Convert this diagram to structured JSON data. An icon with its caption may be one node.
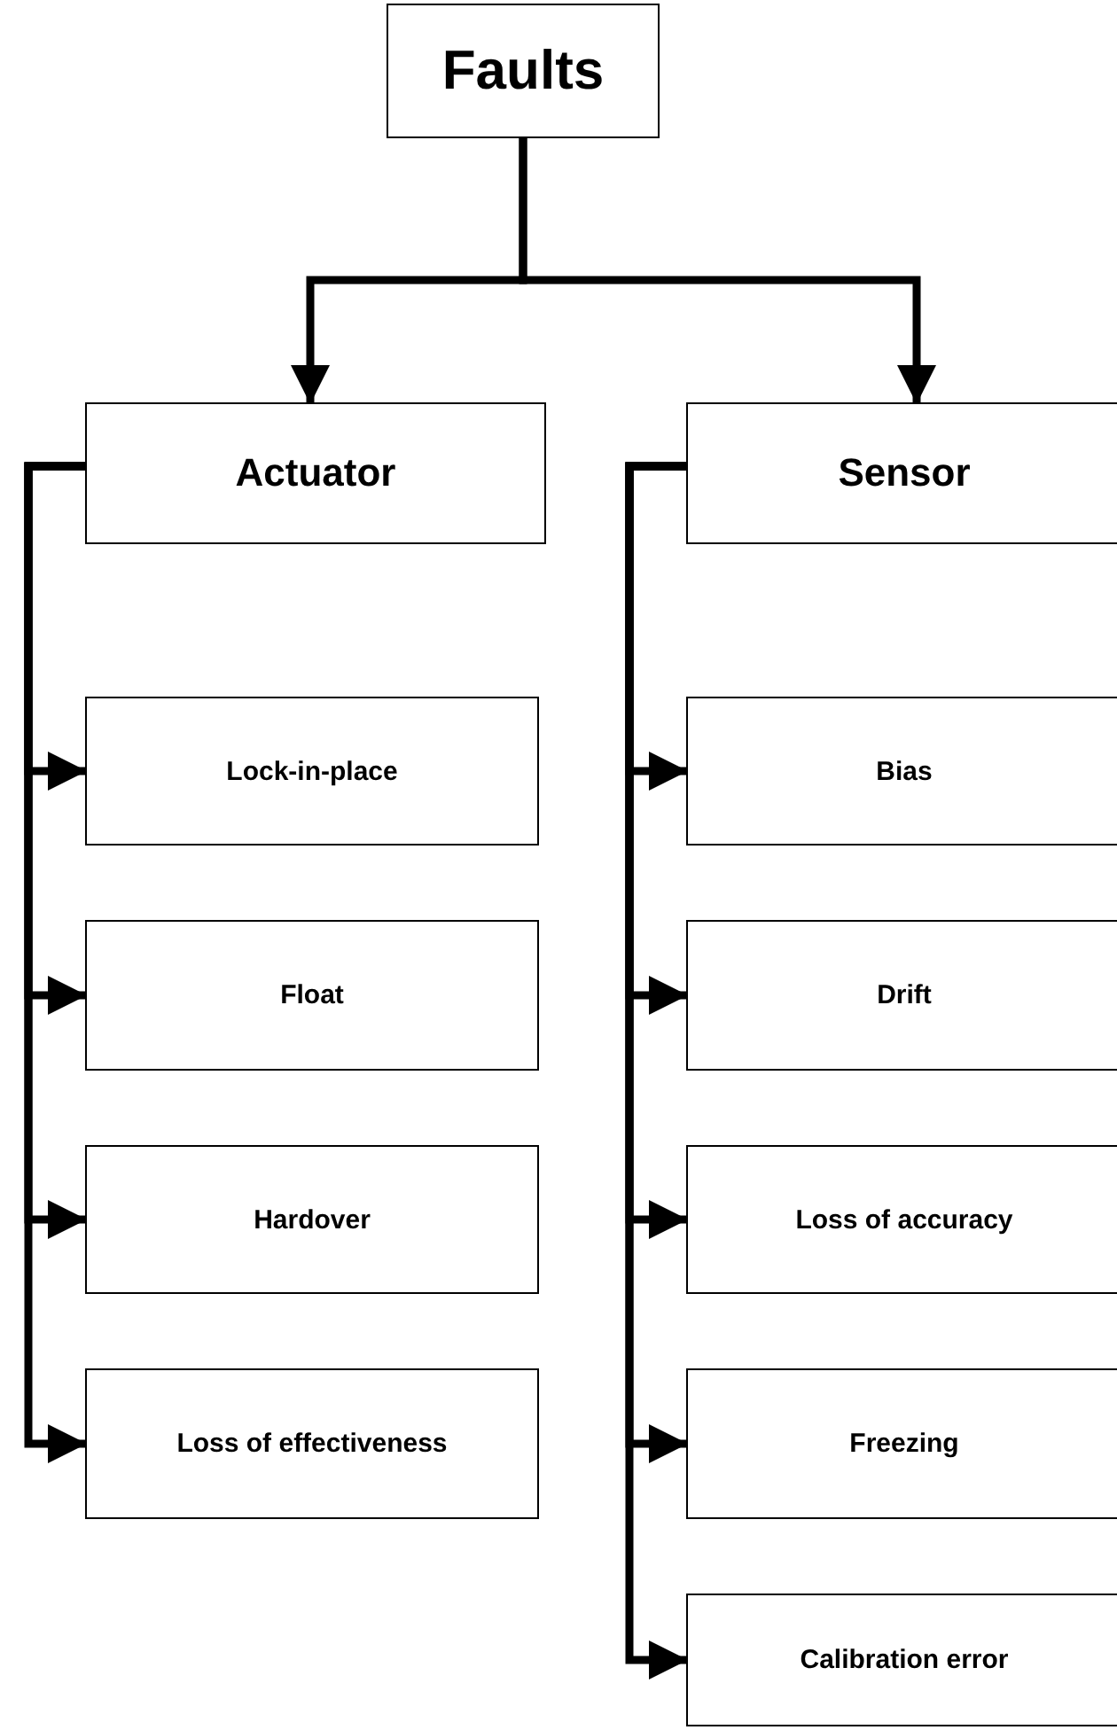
{
  "diagram": {
    "nodes": [
      {
        "text": [
          "Faults"
        ]
      },
      {
        "text": [
          "Actuator"
        ]
      },
      {
        "text": [
          "Sensor"
        ]
      },
      {
        "text": [
          "Lock-in-place"
        ]
      },
      {
        "text": [
          "Float"
        ]
      },
      {
        "text": [
          "Hardover"
        ]
      },
      {
        "text": [
          "Loss of effectiveness"
        ]
      },
      {
        "text": [
          "Bias"
        ]
      },
      {
        "text": [
          "Drift"
        ]
      },
      {
        "text": [
          "Loss of accuracy"
        ]
      },
      {
        "text": [
          "Freezing"
        ]
      },
      {
        "text": [
          "Calibration error"
        ]
      }
    ],
    "edges": [
      {
        "from": 0,
        "to": 1,
        "arrow": "to"
      },
      {
        "from": 0,
        "to": 2,
        "arrow": "to"
      },
      {
        "from": 1,
        "to": 3,
        "arrow": "to"
      },
      {
        "from": 1,
        "to": 4,
        "arrow": "to"
      },
      {
        "from": 1,
        "to": 5,
        "arrow": "to"
      },
      {
        "from": 1,
        "to": 6,
        "arrow": "to"
      },
      {
        "from": 2,
        "to": 7,
        "arrow": "to"
      },
      {
        "from": 2,
        "to": 8,
        "arrow": "to"
      },
      {
        "from": 2,
        "to": 9,
        "arrow": "to"
      },
      {
        "from": 2,
        "to": 10,
        "arrow": "to"
      },
      {
        "from": 2,
        "to": 11,
        "arrow": "to"
      }
    ]
  }
}
